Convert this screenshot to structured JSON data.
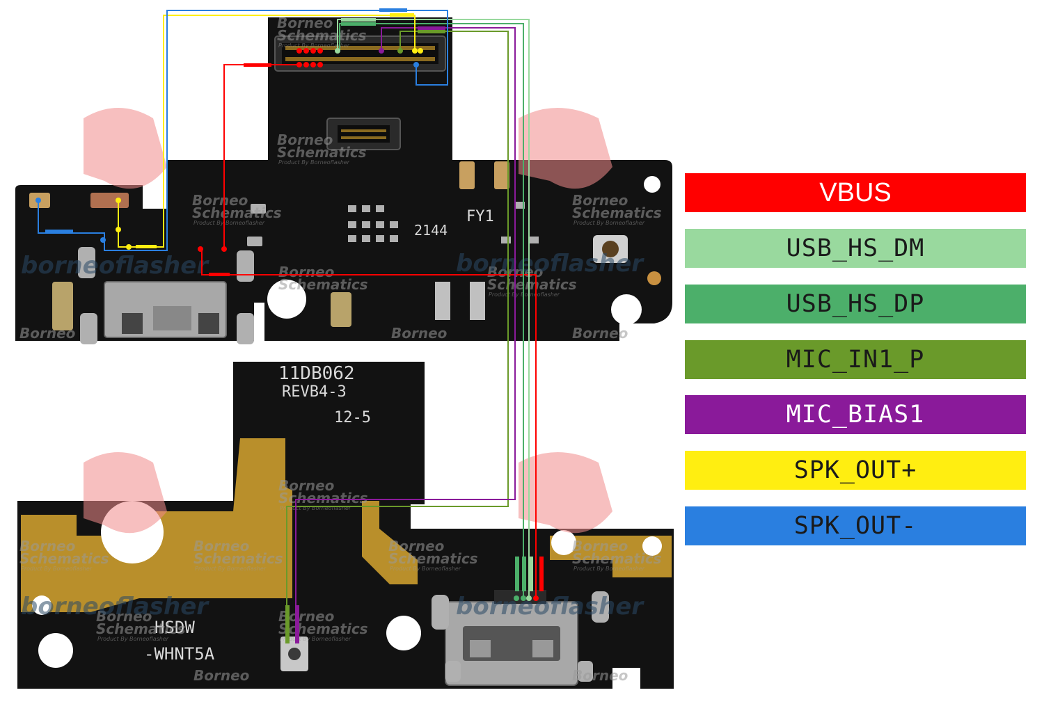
{
  "legend": [
    {
      "label": "VBUS",
      "color": "#ff0000",
      "text_color": "#ffffff"
    },
    {
      "label": "USB_HS_DM",
      "color": "#99d99e",
      "text_color": "#1a1a1a"
    },
    {
      "label": "USB_HS_DP",
      "color": "#4caf6a",
      "text_color": "#1a1a1a"
    },
    {
      "label": "MIC_IN1_P",
      "color": "#6a9a2a",
      "text_color": "#1a1a1a"
    },
    {
      "label": "MIC_BIAS1",
      "color": "#8a1a9a",
      "text_color": "#ffffff"
    },
    {
      "label": "SPK_OUT+",
      "color": "#ffee11",
      "text_color": "#1a1a1a"
    },
    {
      "label": "SPK_OUT-",
      "color": "#2a7fe0",
      "text_color": "#1a1a1a"
    }
  ],
  "board": {
    "silkscreen": {
      "part_number": "11DB062",
      "revision": "REVB4-3",
      "date": "12-5",
      "code_top": "FY1",
      "code_top2": "2144",
      "bottom_code1": "HSDW",
      "bottom_code2": "-WHNT5A"
    },
    "watermark": {
      "line1": "Borneo",
      "line2": "Schematics",
      "line3": "Product By Borneoflasher",
      "brand": "borneoflasher"
    }
  }
}
